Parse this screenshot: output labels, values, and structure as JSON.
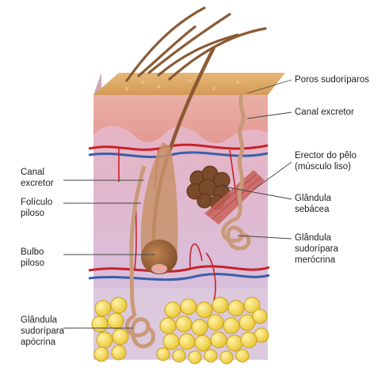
{
  "diagram": {
    "labels": {
      "poros_sudoriparos": "Poros sudoríparos",
      "canal_excretor_right": "Canal excretor",
      "erector_line1": "Erector do pêlo",
      "erector_line2": "(músculo liso)",
      "glandula_sebacea_line1": "Glândula",
      "glandula_sebacea_line2": "sebácea",
      "glandula_merocrina_line1": "Glândula",
      "glandula_merocrina_line2": "sudorípara",
      "glandula_merocrina_line3": "merócrina",
      "canal_excretor_left_line1": "Canal",
      "canal_excretor_left_line2": "excretor",
      "foliculo_line1": "Folículo",
      "foliculo_line2": "piloso",
      "bulbo_line1": "Bulbo",
      "bulbo_line2": "piloso",
      "glandula_apocrina_line1": "Glândula",
      "glandula_apocrina_line2": "sudorípara",
      "glandula_apocrina_line3": "apócrina"
    },
    "colors": {
      "epidermis_top": "#d9a35f",
      "epidermis": "#e8a59c",
      "dermis": "#e7b8c4",
      "hypodermis": "#d9c8e0",
      "fat": "#f2d34a",
      "hair": "#8a5a34",
      "artery": "#c8222a",
      "vein": "#3c5fa8",
      "gland_sebaceous": "#7a4a2a",
      "sweat_gland": "#c99a7a"
    }
  }
}
